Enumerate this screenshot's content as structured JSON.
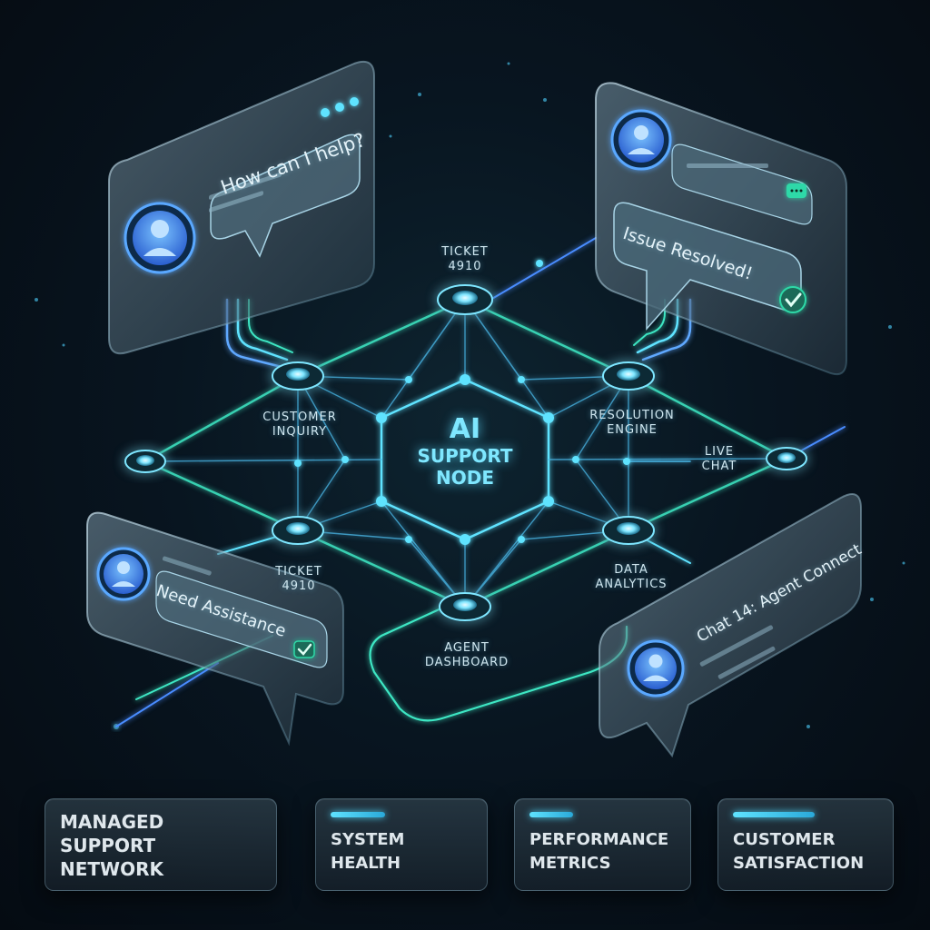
{
  "center_node": {
    "line1": "AI",
    "line2": "SUPPORT",
    "line3": "NODE"
  },
  "node_labels": {
    "ticket_top": "TICKET\n4910",
    "customer_inquiry": "CUSTOMER\nINQUIRY",
    "resolution_engine": "RESOLUTION\nENGINE",
    "live_chat": "LIVE\nCHAT",
    "ticket_bottom": "TICKET\n4910",
    "data_analytics": "DATA\nANALYTICS",
    "agent_dashboard": "AGENT\nDASHBOARD"
  },
  "chat_bubbles": {
    "top_left": "How can I help?",
    "top_right": "Issue Resolved!",
    "bottom_left": "Need Assistance",
    "bottom_right": "Chat 14: Agent Connect"
  },
  "panels": [
    {
      "text": "MANAGED\nSUPPORT\nNETWORK"
    },
    {
      "text": "SYSTEM\nHEALTH"
    },
    {
      "text": "PERFORMANCE\nMETRICS"
    },
    {
      "text": "CUSTOMER\nSATISFACTION"
    }
  ],
  "colors": {
    "accent_cyan": "#5fe3ff",
    "accent_teal": "#3ee6c3",
    "accent_blue": "#4a8cff",
    "avatar_blue": "#5aa8ff",
    "check_green": "#2fd9a8"
  },
  "icons": [
    "user-avatar-icon",
    "checkmark-icon",
    "chat-icon",
    "typing-dots-icon"
  ]
}
